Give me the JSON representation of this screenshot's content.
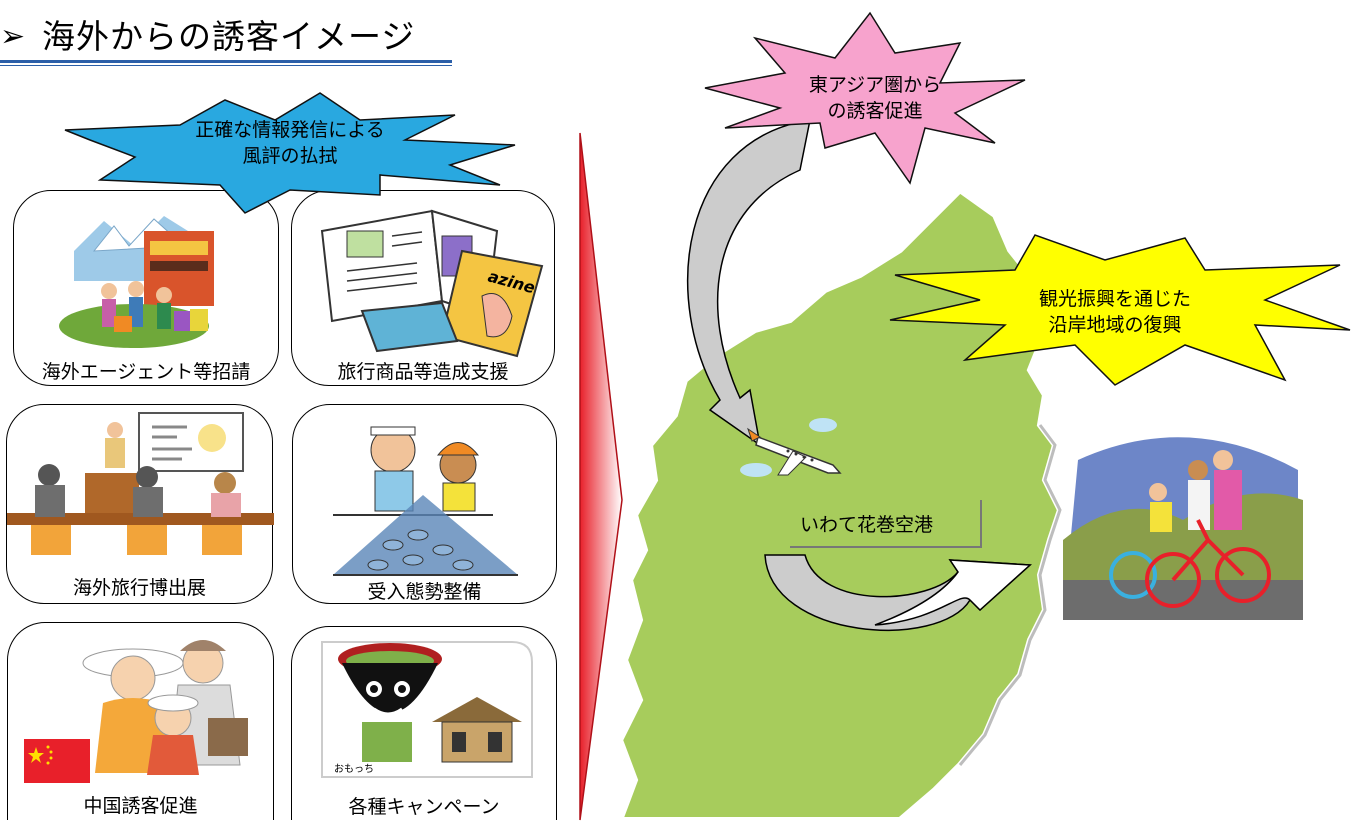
{
  "title": {
    "arrow": "➢",
    "text": "海外からの誘客イメージ"
  },
  "burst_left": {
    "line1": "正確な情報発信による",
    "line2": "風評の払拭",
    "color": "#29a8e0"
  },
  "burst_pink": {
    "line1": "東アジア圏から",
    "line2": "の誘客促進",
    "color": "#f7a3cd"
  },
  "burst_yellow": {
    "line1": "観光振興を通じた",
    "line2": "沿岸地域の復興",
    "color": "#ffff00"
  },
  "cards": [
    {
      "caption": "海外エージェント等招請"
    },
    {
      "caption": "旅行商品等造成支援"
    },
    {
      "caption": "海外旅行博出展"
    },
    {
      "caption": "受入態勢整備"
    },
    {
      "caption": "中国誘客促進"
    },
    {
      "caption": "各種キャンペーン"
    }
  ],
  "map": {
    "airport_label": "いわて花巻空港",
    "fill": "#a7cc5c"
  },
  "mascot": {
    "name_label": "おもっち"
  },
  "divider_color": "#e8202a"
}
